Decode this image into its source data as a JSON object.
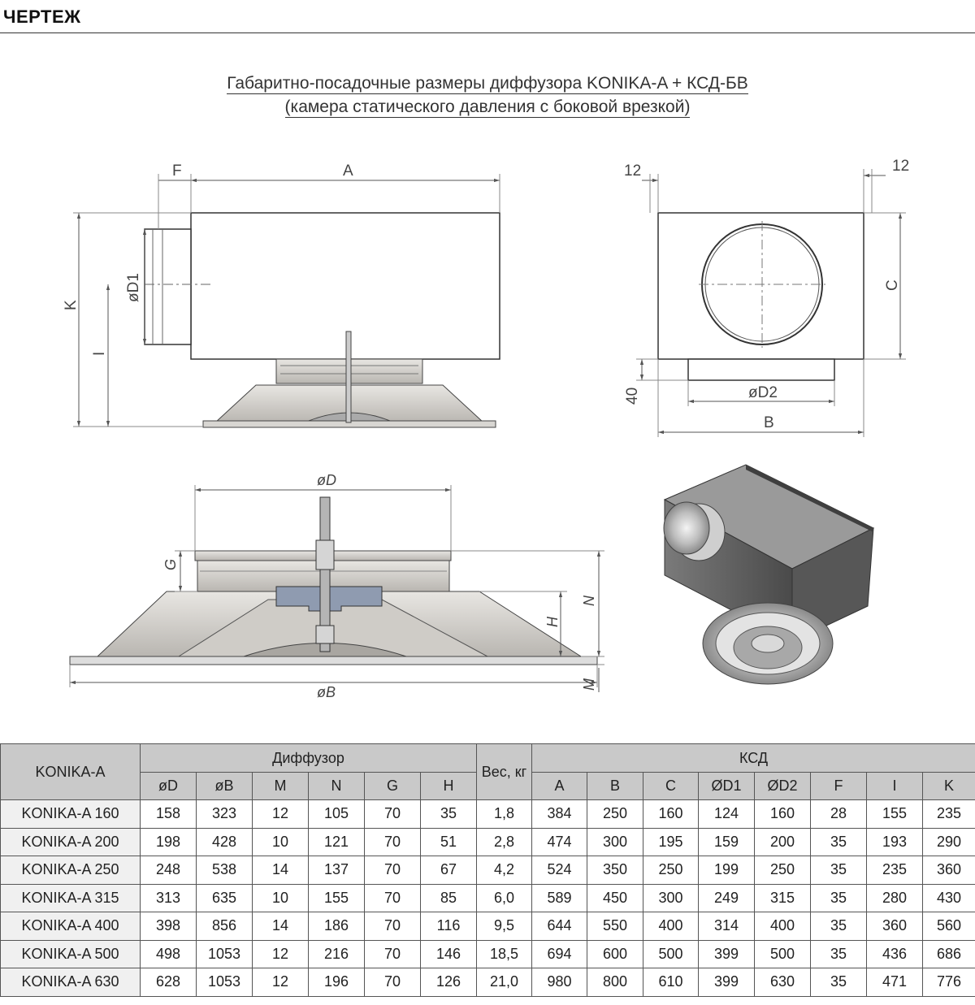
{
  "header": {
    "title": "ЧЕРТЕЖ"
  },
  "drawing_title": {
    "line1": "Габаритно-посадочные размеры диффузора KONIKA-A + КСД-БВ",
    "line2": "(камера статического давления с боковой врезкой)"
  },
  "dimensions": {
    "side_view": {
      "F": "F",
      "A": "A",
      "K": "K",
      "I": "I",
      "D1": "øD1"
    },
    "front_view": {
      "top_left": "12",
      "top_right": "12",
      "C": "C",
      "h40": "40",
      "D2": "øD2",
      "B": "B"
    },
    "diffuser_view": {
      "D": "øD",
      "B": "øB",
      "G": "G",
      "H": "H",
      "N": "N",
      "M": "M"
    }
  },
  "table": {
    "group_headers": {
      "model": "KONIKA-A",
      "diffuser": "Диффузор",
      "weight": "Вес, кг",
      "box": "КСД"
    },
    "diffuser_columns": [
      "øD",
      "øB",
      "M",
      "N",
      "G",
      "H"
    ],
    "box_columns": [
      "A",
      "B",
      "C",
      "ØD1",
      "ØD2",
      "F",
      "I",
      "K"
    ],
    "rows": [
      {
        "model": "KONIKA-A 160",
        "diffuser": [
          "158",
          "323",
          "12",
          "105",
          "70",
          "35"
        ],
        "weight": "1,8",
        "box": [
          "384",
          "250",
          "160",
          "124",
          "160",
          "28",
          "155",
          "235"
        ]
      },
      {
        "model": "KONIKA-A 200",
        "diffuser": [
          "198",
          "428",
          "10",
          "121",
          "70",
          "51"
        ],
        "weight": "2,8",
        "box": [
          "474",
          "300",
          "195",
          "159",
          "200",
          "35",
          "193",
          "290"
        ]
      },
      {
        "model": "KONIKA-A 250",
        "diffuser": [
          "248",
          "538",
          "14",
          "137",
          "70",
          "67"
        ],
        "weight": "4,2",
        "box": [
          "524",
          "350",
          "250",
          "199",
          "250",
          "35",
          "235",
          "360"
        ]
      },
      {
        "model": "KONIKA-A 315",
        "diffuser": [
          "313",
          "635",
          "10",
          "155",
          "70",
          "85"
        ],
        "weight": "6,0",
        "box": [
          "589",
          "450",
          "300",
          "249",
          "315",
          "35",
          "280",
          "430"
        ]
      },
      {
        "model": "KONIKA-A 400",
        "diffuser": [
          "398",
          "856",
          "14",
          "186",
          "70",
          "116"
        ],
        "weight": "9,5",
        "box": [
          "644",
          "550",
          "400",
          "314",
          "400",
          "35",
          "360",
          "560"
        ]
      },
      {
        "model": "KONIKA-A 500",
        "diffuser": [
          "498",
          "1053",
          "12",
          "216",
          "70",
          "146"
        ],
        "weight": "18,5",
        "box": [
          "694",
          "600",
          "500",
          "399",
          "500",
          "35",
          "436",
          "686"
        ]
      },
      {
        "model": "KONIKA-A 630",
        "diffuser": [
          "628",
          "1053",
          "12",
          "196",
          "70",
          "126"
        ],
        "weight": "21,0",
        "box": [
          "980",
          "800",
          "610",
          "399",
          "630",
          "35",
          "471",
          "776"
        ]
      }
    ]
  }
}
